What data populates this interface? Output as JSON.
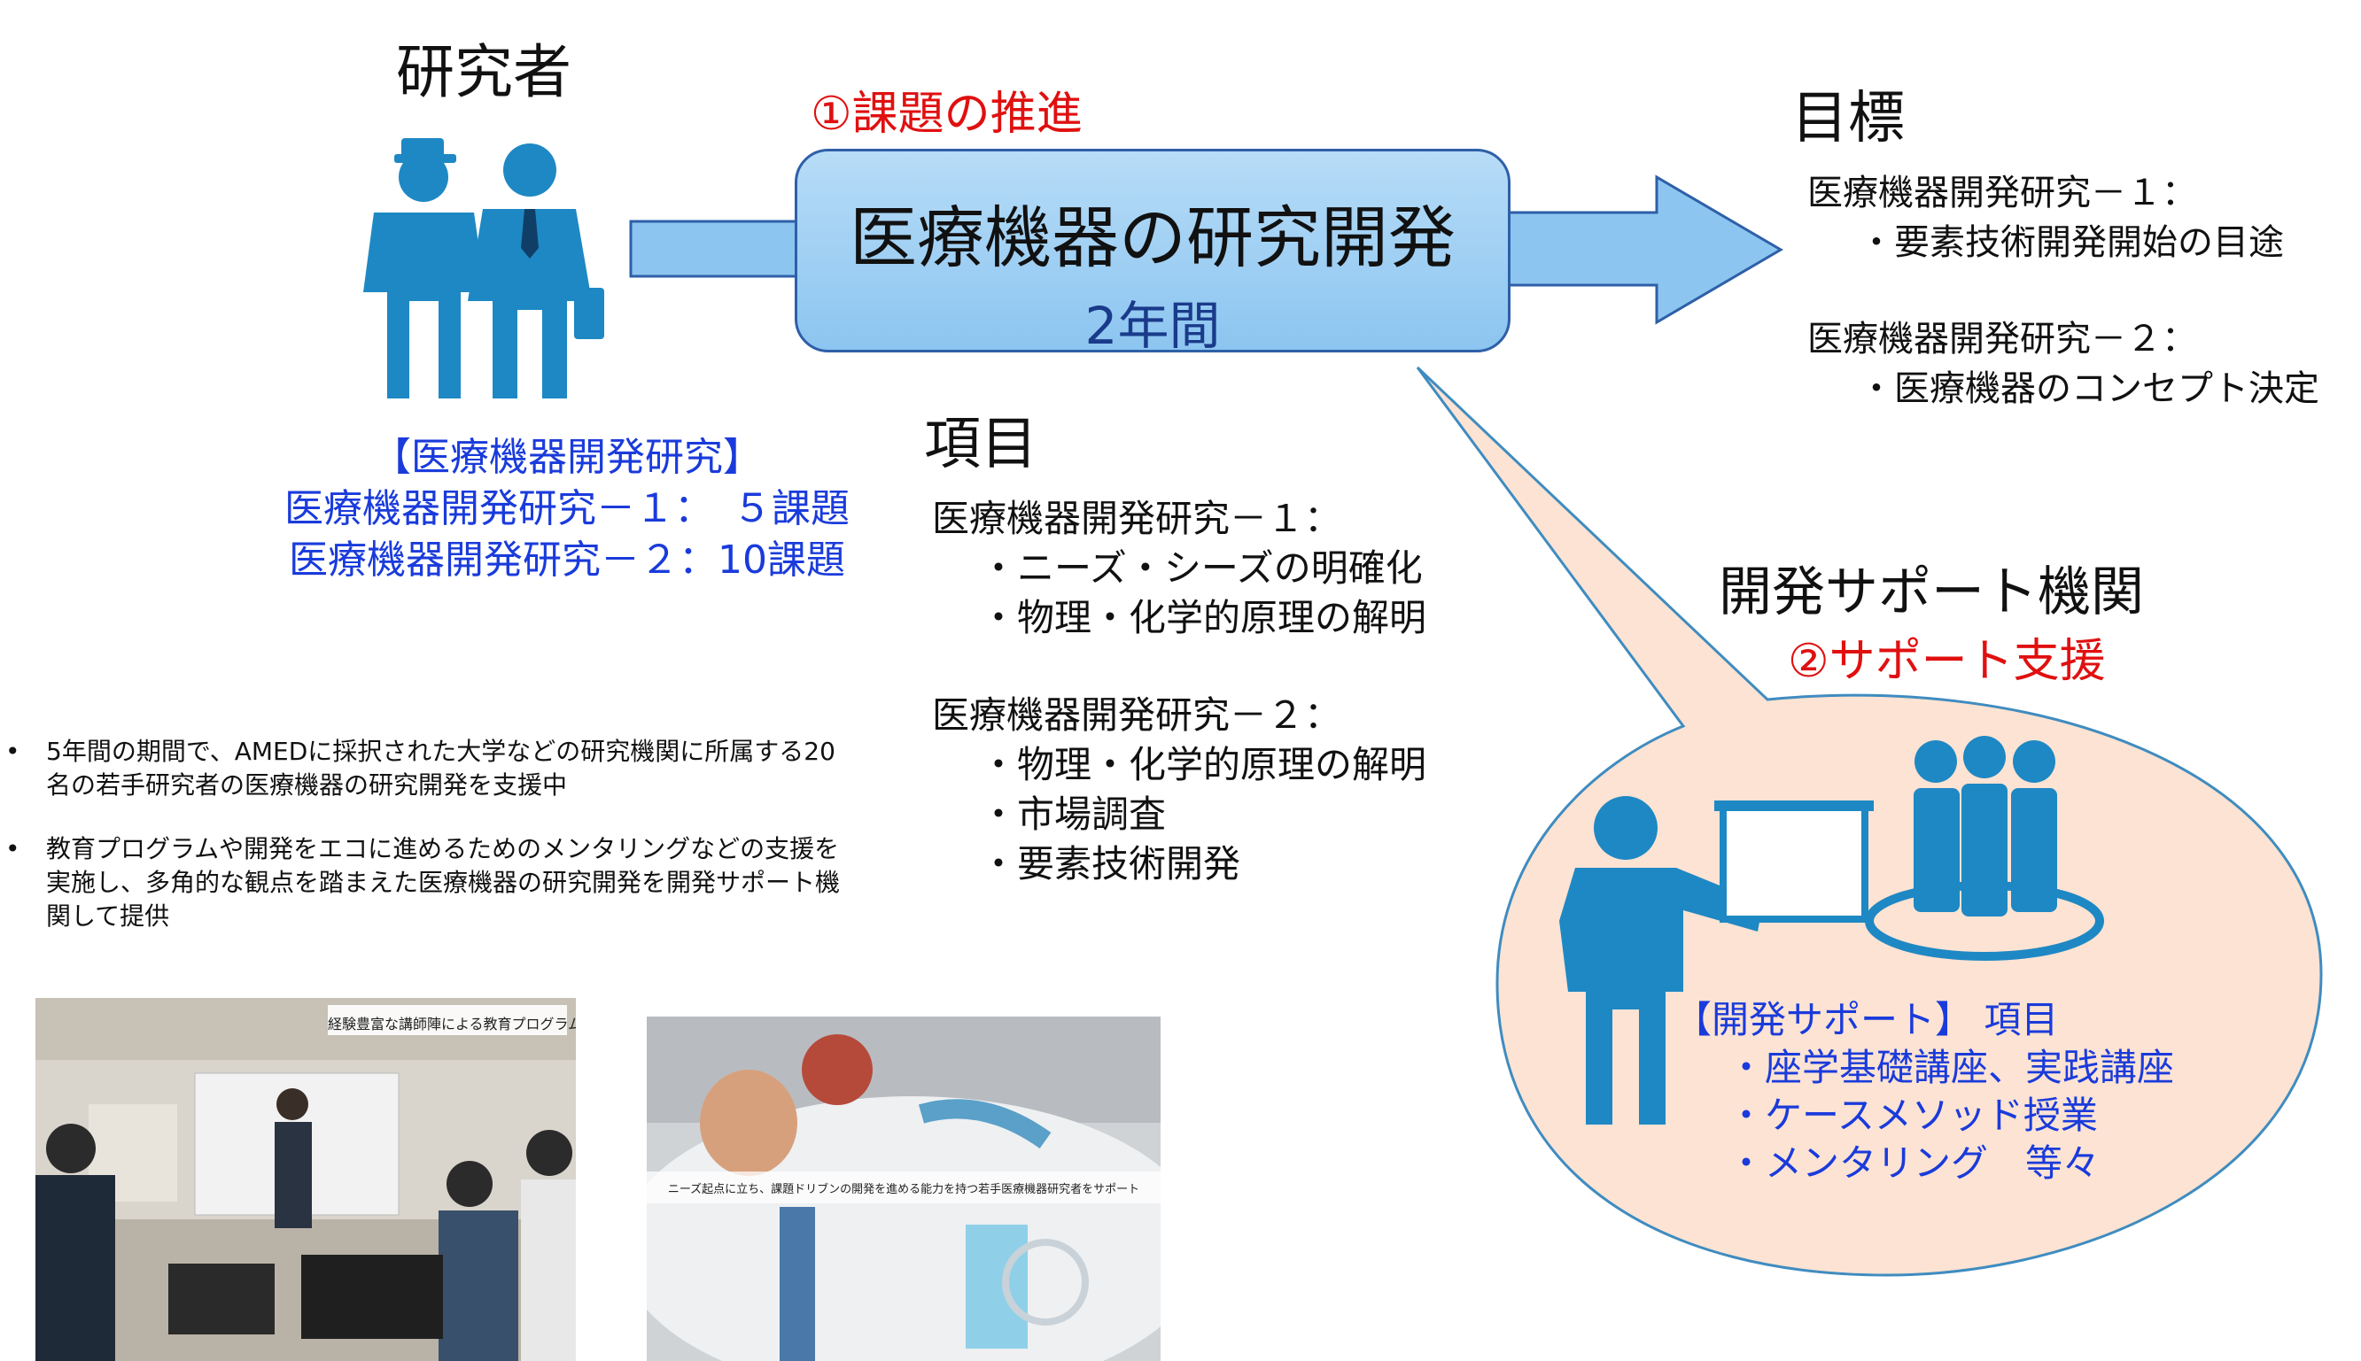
{
  "researchers": {
    "title": "研究者",
    "bracket_title": "【医療機器開発研究】",
    "line1": "医療機器開発研究－１：　５課題",
    "line2": "医療機器開発研究－２：10課題"
  },
  "process": {
    "step_label": "①課題の推進",
    "title": "医療機器の研究開発",
    "duration": "2年間"
  },
  "goals": {
    "title": "目標",
    "entries": [
      {
        "head": "医療機器開発研究－１：",
        "detail": "・要素技術開発開始の目途"
      },
      {
        "head": "医療機器開発研究－２：",
        "detail": "・医療機器のコンセプト決定"
      }
    ]
  },
  "items": {
    "title": "項目",
    "groups": [
      {
        "head": "医療機器開発研究－１：",
        "lines": [
          "・ニーズ・シーズの明確化",
          "・物理・化学的原理の解明"
        ]
      },
      {
        "head": "医療機器開発研究－２：",
        "lines": [
          "・物理・化学的原理の解明",
          "・市場調査",
          "・要素技術開発"
        ]
      }
    ]
  },
  "support": {
    "title": "開発サポート機関",
    "step_label": "②サポート支援",
    "items_head": "【開発サポート】 項目",
    "items": [
      "・座学基礎講座、実践講座",
      "・ケースメソッド授業",
      "・メンタリング　等々"
    ]
  },
  "notes": [
    {
      "bullet": "•",
      "text": "5年間の期間で、AMEDに採択された大学などの研究機関に所属する20名の若手研究者の医療機器の研究開発を支援中"
    },
    {
      "bullet": "•",
      "text": "教育プログラムや開発をエコに進めるためのメンタリングなどの支援を実施し、多角的な観点を踏まえた医療機器の研究開発を開発サポート機関して提供"
    }
  ],
  "photos": [
    {
      "caption": "経験豊富な講師陣による教育プログラム"
    },
    {
      "caption": "ニーズ起点に立ち、課題ドリブンの開発を進める能力を持つ若手医療機器研究者をサポート"
    }
  ],
  "colors": {
    "figure_blue": "#1e88c4",
    "box_fill": "#a6d2f4",
    "arrow_fill": "#8cc5f0",
    "bubble_fill": "#fde3d3",
    "accent_red": "#e01010",
    "text_blue": "#1a3bdb"
  }
}
